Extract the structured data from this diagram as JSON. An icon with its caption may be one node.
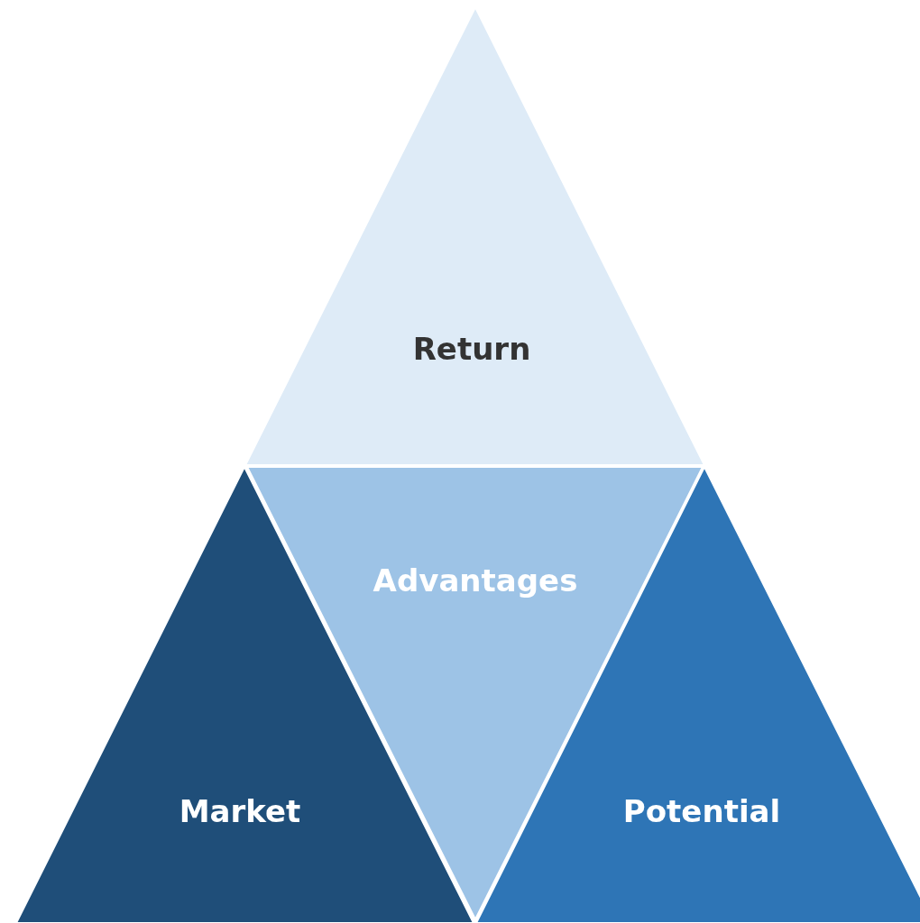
{
  "diagram": {
    "nodes": [
      {
        "text": [
          "Return"
        ]
      },
      {
        "text": [
          "Advantages"
        ]
      },
      {
        "text": [
          "Market"
        ]
      },
      {
        "text": [
          "Potential"
        ]
      }
    ]
  }
}
